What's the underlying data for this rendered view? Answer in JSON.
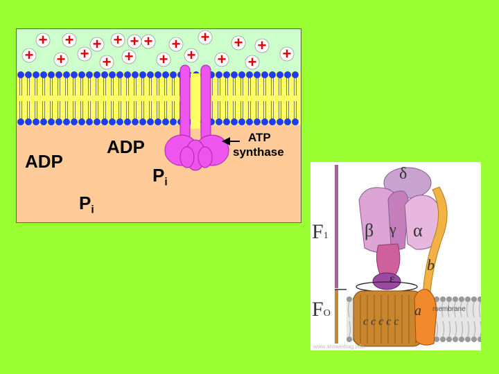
{
  "left_diagram": {
    "labels": {
      "adp_left": "ADP",
      "adp_center": "ADP",
      "pi_center": "P",
      "pi_center_sub": "i",
      "pi_left": "P",
      "pi_left_sub": "i",
      "atp_synthase_line1": "ATP",
      "atp_synthase_line2": "synthase"
    },
    "colors": {
      "outer_space": "#ccffcc",
      "matrix": "#ffcc99",
      "membrane_core": "#ffff66",
      "lipid_head": "#1f3cf0",
      "proton": "#dd0000",
      "enzyme": "#ee55ee"
    },
    "proton_symbol": "+",
    "proton_count": 20
  },
  "right_diagram": {
    "labels": {
      "f1": "F",
      "f1_sub": "1",
      "fo": "F",
      "fo_sub": "O",
      "delta": "δ",
      "beta": "β",
      "gamma": "γ",
      "alpha": "α",
      "b": "b",
      "epsilon": "ε",
      "a": "a",
      "c_subunits": "c c c c c",
      "membrane": "membrane",
      "watermark": "www.answerbag.info"
    }
  }
}
